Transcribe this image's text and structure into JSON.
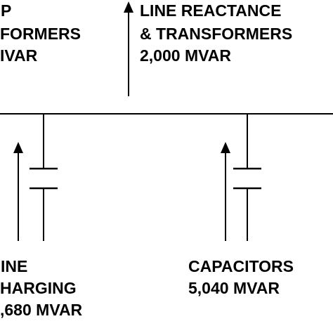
{
  "labels": {
    "top_left": [
      "P",
      "FORMERS",
      "IVAR"
    ],
    "top_right": [
      "LINE REACTANCE",
      "& TRANSFORMERS",
      "2,000 MVAR"
    ],
    "bottom_left": [
      "INE",
      "HARGING",
      ",680 MVAR"
    ],
    "bottom_right": [
      "CAPACITORS",
      "5,040 MVAR"
    ]
  }
}
